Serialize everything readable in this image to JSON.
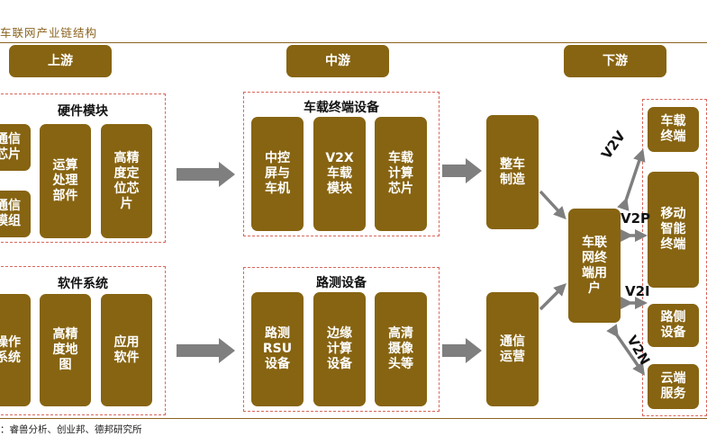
{
  "title": "车联网产业链结构",
  "source": "：睿兽分析、创业邦、德邦研究所",
  "stages": {
    "upstream": "上游",
    "midstream": "中游",
    "downstream": "下游"
  },
  "upstream": {
    "hardware": {
      "title": "硬件模块",
      "items": [
        "通信\n芯片",
        "通信\n模组",
        "运算\n处理\n部件",
        "高精\n度定\n位芯\n片"
      ]
    },
    "software": {
      "title": "软件系统",
      "items": [
        "操作\n系统",
        "高精\n度地\n图",
        "应用\n软件"
      ]
    }
  },
  "midstream": {
    "terminal": {
      "title": "车载终端设备",
      "items": [
        "中控\n屏与\n车机",
        "V2X\n车载\n模块",
        "车载\n计算\n芯片"
      ]
    },
    "roadside": {
      "title": "路测设备",
      "items": [
        "路测\nRSU\n设备",
        "边缘\n计算\n设备",
        "高清\n摄像\n头等"
      ]
    }
  },
  "downstream": {
    "manufacturing": "整车\n制造",
    "operation": "通信\n运营",
    "user": "车联\n网终\n端用\n户",
    "targets": [
      "车载\n终端",
      "移动\n智能\n终端",
      "路侧\n设备",
      "云端\n服务"
    ],
    "links": [
      "V2V",
      "V2P",
      "V2I",
      "V2N"
    ]
  },
  "colors": {
    "box": "#876412",
    "arrow": "#7f7f7f",
    "dash": "#d9675c",
    "rule": "#8B6420"
  }
}
